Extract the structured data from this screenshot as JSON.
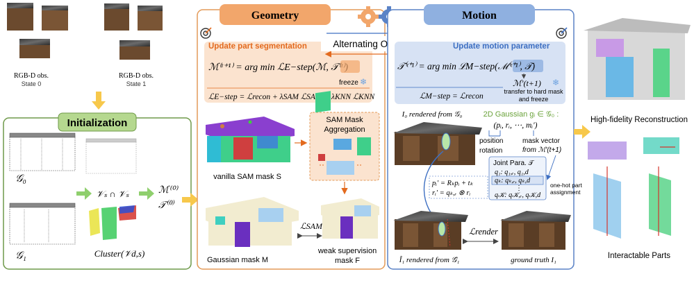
{
  "left": {
    "obs_label_1": "RGB-D obs.",
    "obs_state_0": "State 0",
    "obs_label_2": "RGB-D obs.",
    "obs_state_1": "State 1",
    "init_title": "Initialization",
    "g0": "𝒢₀",
    "g1": "𝒢₁",
    "vs_inter": "𝒱ₛ ∩ 𝒱ₛ",
    "m0": "ℳ⁽⁰⁾",
    "t0": "𝒯⁽⁰⁾",
    "cluster": "Cluster(𝒱d,s)"
  },
  "geometry": {
    "tab_title": "Geometry",
    "alt_opt": "Alternating Optimization",
    "update_seg": "Update part segmentation",
    "eq_main": "ℳ⁽ᵗ⁺¹⁾ = arg min ℒE−step(ℳ, 𝒯⁽ᵗ⁾)",
    "freeze": "freeze",
    "eq_loss": "ℒE−step = ℒrecon + λSAM ℒSAM + λKNN ℒKNN",
    "vanilla_label": "vanilla SAM mask S",
    "sam_agg_1": "SAM Mask",
    "sam_agg_2": "Aggregation",
    "lsam": "ℒSAM",
    "gauss_label": "Gaussian mask M",
    "weak_label_1": "weak supervision",
    "weak_label_2": "mask F"
  },
  "motion": {
    "tab_title": "Motion",
    "update_motion": "Update motion parameter",
    "eq_main": "𝒯⁽ᵗ⁺¹⁾ = arg min ℒM−step(ℳ⁽ᵗ⁺¹⁾, 𝒯)",
    "eq_loss": "ℒM−step = ℒrecon",
    "mprime": "ℳ′(t+1)",
    "transfer_1": "transfer to hard mask",
    "transfer_2": "and freeze",
    "i0_label": "I₀ rendered from 𝒢₀",
    "gauss_def": "2D Gaussian gᵢ ∈ 𝒢₀ :",
    "tuple": "(pᵢ, rᵢ, ⋯, mᵢ′)",
    "position": "position",
    "rotation": "rotation",
    "mask_vec_1": "mask vector",
    "mask_vec_2": "from ℳ′(t+1)",
    "joint_title": "Joint Para. 𝒯",
    "q1": "q₁: q₁,ᵣ, q₁,d",
    "qk": "qₖ: qₖ,ᵣ, qₖ,d",
    "vdots": "⋮",
    "qK": "q𝒦: q𝒦,ᵣ, q𝒦,d",
    "onehot_1": "one-hot part",
    "onehot_2": "assignment",
    "eq_p": "pᵢ′ = Rₖpᵢ + tₖ",
    "eq_r": "rᵢ′ = qₖ,ᵣ ⊗ rᵢ",
    "lrender": "ℒrender",
    "i1_label": "Î₁ rendered from 𝒢̂₁",
    "gt_label": "ground truth I₁"
  },
  "right": {
    "hifi": "High-fidelity Reconstruction",
    "parts": "Interactable Parts"
  },
  "colors": {
    "init_border": "#6f9a4a",
    "init_title_bg": "#b5d88f",
    "geom_border": "#e39a58",
    "geom_tab": "#f2a66b",
    "geom_box": "#fbe3cf",
    "geom_title_text": "#e36a1e",
    "motion_border": "#5a82c6",
    "motion_tab": "#8fb0e0",
    "motion_box": "#d7e2f4",
    "motion_title_text": "#3d6fc2",
    "arrow_green": "#8fcf6d",
    "arrow_yellow": "#f7c84b"
  }
}
